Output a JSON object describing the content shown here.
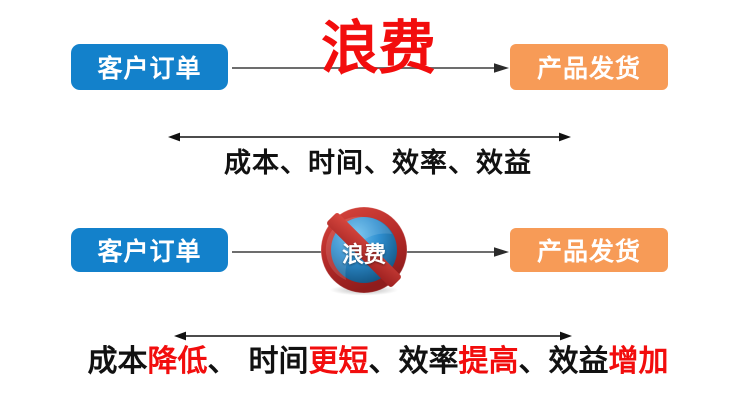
{
  "diagram": {
    "title_text": "waste reduction process comparison",
    "colors": {
      "blue_box": "#1381cb",
      "orange_box": "#f79b57",
      "highlight_red": "#f20d0d",
      "text_black": "#111111",
      "arrow_gray": "#6d6d6d",
      "arrow_black": "#111111",
      "badge_ring_red": "#c02b2b",
      "badge_sphere_blue": "#1f7ec4"
    },
    "row_top": {
      "start_box_label": "客户订单",
      "end_box_label": "产品发货",
      "overlay_word": "浪费",
      "flow_arrow": "arrow-right",
      "measure_arrow": "arrow-left-right",
      "caption_segments": [
        {
          "text": "成本、时间、效率、效益",
          "color": "black"
        }
      ]
    },
    "row_bottom": {
      "start_box_label": "客户订单",
      "end_box_label": "产品发货",
      "badge_label": "浪费",
      "badge_icon": "prohibition-sign-icon",
      "flow_arrow": "arrow-right",
      "measure_arrow": "arrow-left-right",
      "caption_segments": [
        {
          "text": "成本",
          "color": "black"
        },
        {
          "text": "降低",
          "color": "red"
        },
        {
          "text": "、",
          "color": "black"
        },
        {
          "text": "时间",
          "color": "black"
        },
        {
          "text": "更短",
          "color": "red"
        },
        {
          "text": "、",
          "color": "black"
        },
        {
          "text": "效率",
          "color": "black"
        },
        {
          "text": "提高",
          "color": "red"
        },
        {
          "text": "、",
          "color": "black"
        },
        {
          "text": "效益",
          "color": "black"
        },
        {
          "text": "增加",
          "color": "red"
        }
      ]
    }
  }
}
